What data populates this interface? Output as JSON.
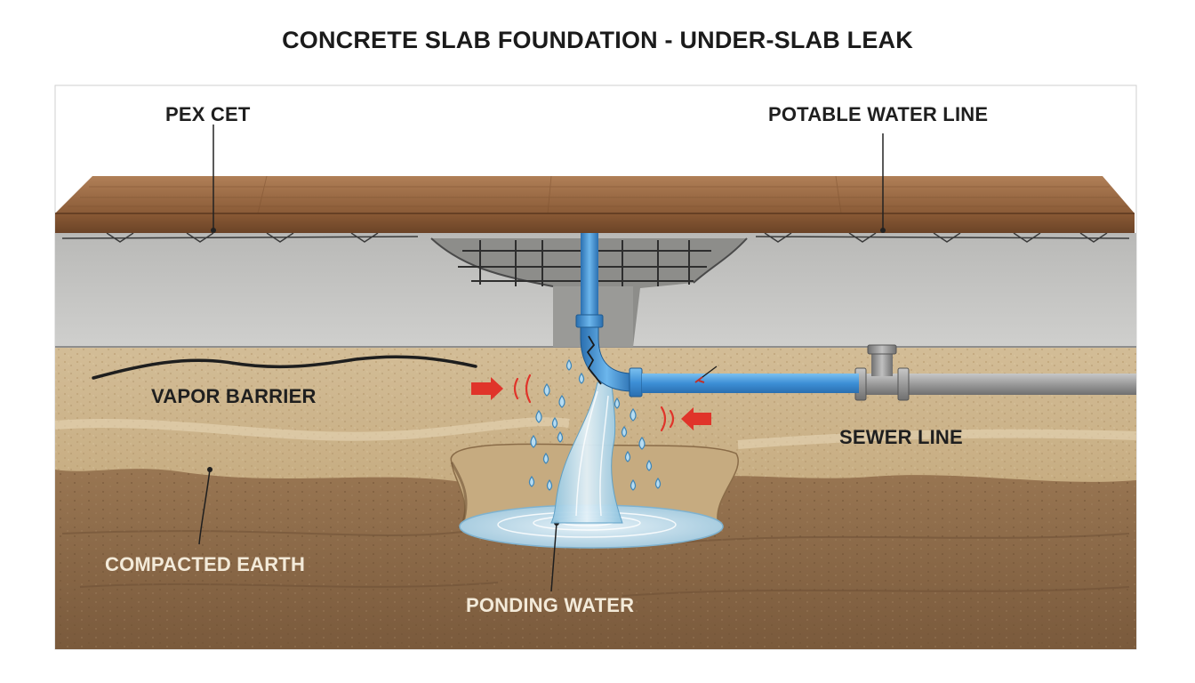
{
  "title": "CONCRETE SLAB FOUNDATION - UNDER-SLAB LEAK",
  "labels": {
    "pex": "PEX CET",
    "potable": "POTABLE WATER LINE",
    "vapor": "VAPOR BARRIER",
    "sewer": "SEWER LINE",
    "earth": "COMPACTED EARTH",
    "ponding": "PONDING WATER"
  },
  "colors": {
    "wood": "#9c6b43",
    "concrete": "#c4c4c2",
    "sand": "#cdb48c",
    "earth": "#8e6b4a",
    "water_pipe": "#3d8fd6",
    "sewer_pipe": "#9a9a9a",
    "water": "#cfe4ef",
    "arrow": "#e0342a"
  },
  "icons": {
    "arrow_left": "red-arrow-icon",
    "arrow_right": "red-arrow-icon"
  }
}
